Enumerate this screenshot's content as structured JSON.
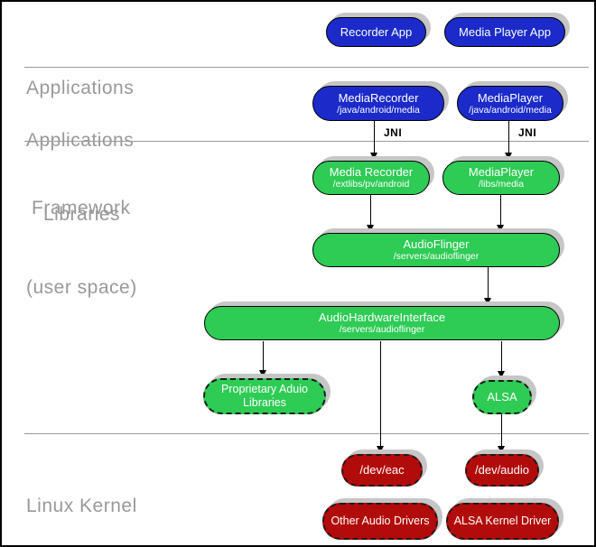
{
  "layers": {
    "applications": {
      "label": "Applications"
    },
    "applications_framework": {
      "line1": "Applications",
      "line2": "Framework"
    },
    "libraries": {
      "line1": "Libraries",
      "line2": "(user space)"
    },
    "linux_kernel": {
      "label": "Linux Kernel"
    }
  },
  "nodes": {
    "recorder_app": {
      "title": "Recorder App"
    },
    "media_player_app": {
      "title": "Media Player App"
    },
    "media_recorder_framework": {
      "title": "MediaRecorder",
      "subtitle": "/java/android/media"
    },
    "media_player_framework": {
      "title": "MediaPlayer",
      "subtitle": "/java/android/media"
    },
    "media_recorder_lib": {
      "title": "Media Recorder",
      "subtitle": "/extlibs/pv/android"
    },
    "media_player_lib": {
      "title": "MediaPlayer",
      "subtitle": "/libs/media"
    },
    "audioflinger": {
      "title": "AudioFlinger",
      "subtitle": "/servers/audioflinger"
    },
    "audio_hardware_interface": {
      "title": "AudioHardwareInterface",
      "subtitle": "/servers/audioflinger"
    },
    "proprietary_audio_libraries": {
      "line1": "Proprietary Aduio",
      "line2": "Libraries"
    },
    "alsa": {
      "title": "ALSA"
    },
    "dev_eac": {
      "title": "/dev/eac"
    },
    "dev_audio": {
      "title": "/dev/audio"
    },
    "other_audio_drivers": {
      "title": "Other Audio Drivers"
    },
    "alsa_kernel_driver": {
      "title": "ALSA Kernel Driver"
    }
  },
  "edge_labels": {
    "jni_left": "JNI",
    "jni_right": "JNI"
  },
  "colors": {
    "app_blue": "#1b2ac8",
    "lib_green": "#2ecb55",
    "kernel_red": "#b20b0b",
    "shadow_gray": "#c6c6c6",
    "layer_label_gray": "#999999",
    "divider_gray": "#9a9a9a"
  }
}
